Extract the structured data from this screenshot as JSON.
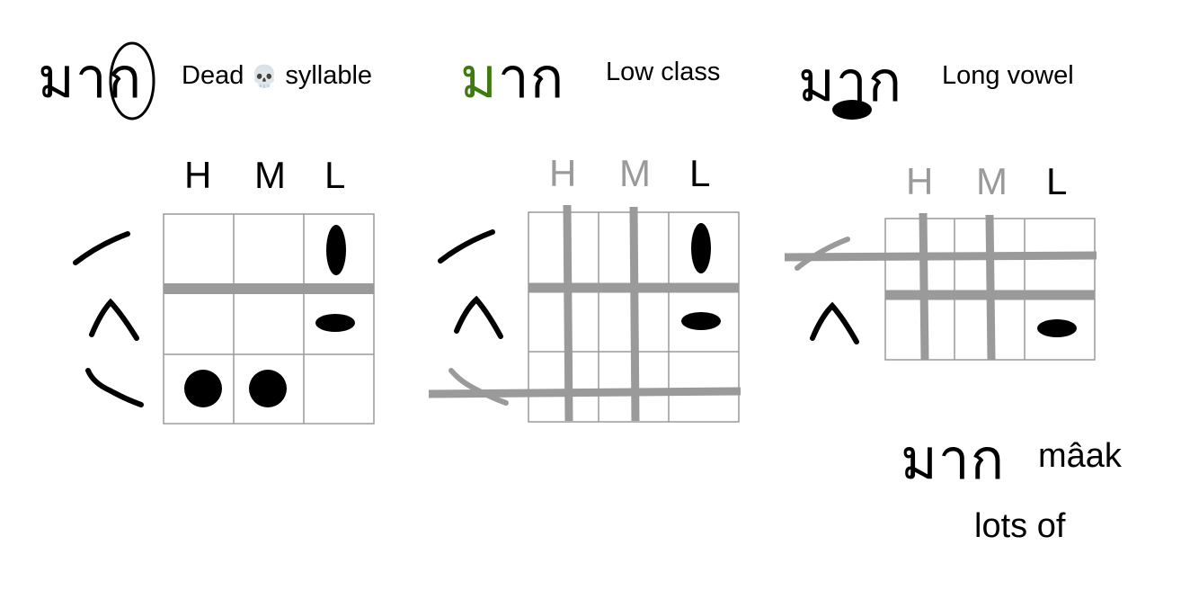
{
  "panel1": {
    "word": "มาก",
    "first_chars": "มา",
    "circled_char": "ก",
    "label_pre": "Dead",
    "label_emoji": "💀",
    "label_post": "syllable",
    "headers": [
      "H",
      "M",
      "L"
    ]
  },
  "panel2": {
    "highlight_char": "ม",
    "rest_chars": "าก",
    "label": "Low class",
    "headers": [
      "H",
      "M",
      "L"
    ],
    "highlight_color": "#3e7a10"
  },
  "panel3": {
    "word": "มาก",
    "label": "Long vowel",
    "headers": [
      "H",
      "M",
      "L"
    ]
  },
  "result": {
    "word": "มาก",
    "romanization": "mâak",
    "meaning": "lots of"
  },
  "colors": {
    "ink": "#000000",
    "grid_line": "#9a9a9a",
    "strike": "#9a9a9a"
  }
}
